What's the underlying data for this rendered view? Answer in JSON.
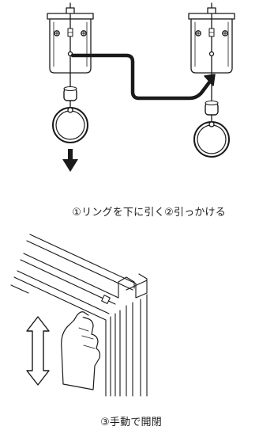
{
  "captions": {
    "step1": "①リングを下に引く",
    "step2": "②引っかける",
    "step3": "③手動で開閉"
  },
  "colors": {
    "line": "#1a1a1a",
    "body": "#ffffff",
    "arrow": "#1a1a1a"
  }
}
